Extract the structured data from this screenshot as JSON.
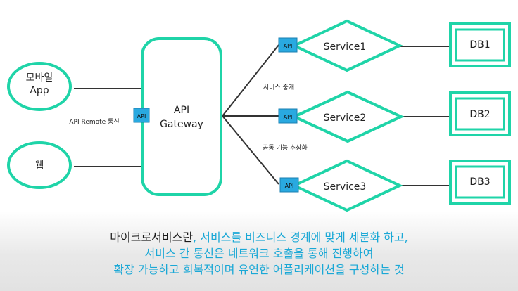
{
  "nodes": {
    "mobile_line1": "모바일",
    "mobile_line2": "App",
    "web": "웹",
    "gateway_line1": "API",
    "gateway_line2": "Gateway",
    "service1": "Service1",
    "service2": "Service2",
    "service3": "Service3",
    "db1": "DB1",
    "db2": "DB2",
    "db3": "DB3",
    "api_tag": "API"
  },
  "edge_labels": {
    "remote": "API Remote 통신",
    "relay": "서비스 중개",
    "common": "공동 기능 추상화"
  },
  "caption": {
    "line1_dark": "마이크로서비스란",
    "line1_hl": ", 서비스를 비즈니스 경계에 맞게 세분화 하고,",
    "line2": "서비스 간 통신은 네트워크 호출을 통해 진행하여",
    "line3": "확장 가능하고 회복적이며 유연한 어플리케이션을 구성하는 것"
  },
  "colors": {
    "accent": "#1fd4a8",
    "api_tag_fill": "#29a9e0",
    "caption_highlight": "#1aa8d6"
  }
}
